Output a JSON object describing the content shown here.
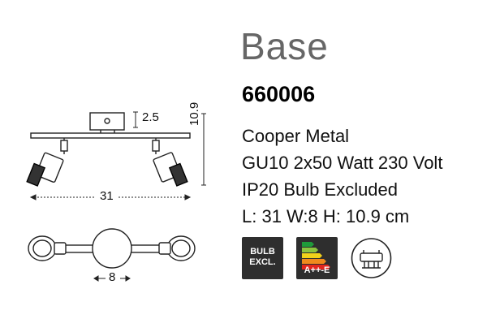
{
  "product": {
    "title": "Base",
    "code": "660006",
    "specs": [
      "Cooper Metal",
      "GU10 2x50 Watt 230 Volt",
      "IP20 Bulb Excluded",
      "L: 31 W:8 H: 10.9 cm"
    ]
  },
  "dimensions": {
    "height_top": "2.5",
    "length": "31",
    "width": "8",
    "height": "10.9"
  },
  "badges": {
    "bulb_line1": "BULB",
    "bulb_line2": "EXCL.",
    "energy_label": "A++-E",
    "energy_colors": [
      "#1f9a3a",
      "#8cc43f",
      "#f2d21b",
      "#f08a1c",
      "#e2261d"
    ]
  },
  "icons": [
    "bulb-excluded-icon",
    "energy-class-icon",
    "lamp-holder-icon"
  ]
}
